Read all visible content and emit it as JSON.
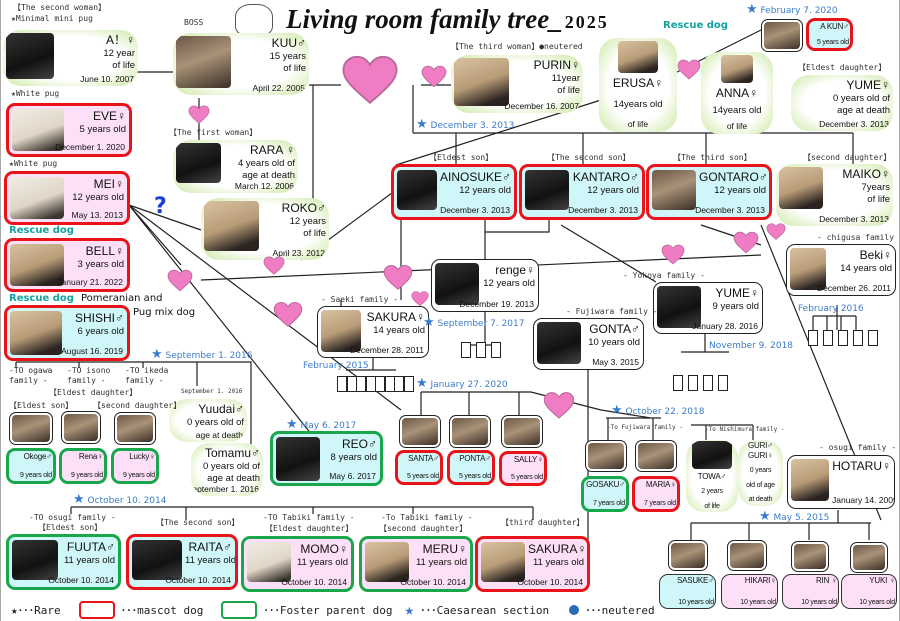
{
  "title": {
    "main": "Living room family tree_",
    "year": "2025"
  },
  "cards": [
    {
      "id": "ai",
      "kind": "wreath",
      "sex": "f",
      "name": "A！♀",
      "lines": [
        "12 year",
        "of life",
        "June 10. 2007"
      ]
    },
    {
      "id": "kuu",
      "kind": "wreath",
      "sex": "m",
      "name": "KUU♂",
      "lines": [
        "15 years",
        "of life",
        "April 22. 2005"
      ]
    },
    {
      "id": "eve",
      "kind": "mascot",
      "sex": "f",
      "name": "EVE♀",
      "lines": [
        "5 years old",
        "December 1. 2020"
      ]
    },
    {
      "id": "rara",
      "kind": "wreath",
      "sex": "f",
      "name": "RARA ♀",
      "lines": [
        "4 years old of",
        "age at death",
        "March 12. 2006"
      ]
    },
    {
      "id": "mei",
      "kind": "mascot",
      "sex": "f",
      "name": "MEI♀",
      "lines": [
        "12 years old",
        "May 13. 2013"
      ]
    },
    {
      "id": "roko",
      "kind": "wreath",
      "sex": "m",
      "name": "ROKO♂",
      "lines": [
        "12 years",
        "of life",
        "April 23. 2012"
      ]
    },
    {
      "id": "bell",
      "kind": "mascot",
      "sex": "f",
      "name": "BELL♀",
      "lines": [
        "3 years old",
        "January 21. 2022"
      ]
    },
    {
      "id": "shishi",
      "kind": "mascot",
      "sex": "m",
      "name": "SHISHI♂",
      "lines": [
        "6 years old",
        "August 16. 2019"
      ]
    },
    {
      "id": "purin",
      "kind": "wreath",
      "sex": "f",
      "name": "PURIN♀",
      "lines": [
        "11year",
        "of life",
        "December 16. 2007"
      ]
    },
    {
      "id": "erusa",
      "kind": "wreath",
      "sex": "f",
      "name": "ERUSA♀",
      "lines": [
        "14years old",
        "of life"
      ]
    },
    {
      "id": "anna",
      "kind": "wreath",
      "sex": "f",
      "name": "ANNA♀",
      "lines": [
        "14years old",
        "of life"
      ]
    },
    {
      "id": "akun",
      "kind": "mascot",
      "sex": "m",
      "name": "A KUN♂",
      "lines": [
        "5 years old"
      ]
    },
    {
      "id": "yume0",
      "kind": "wreath",
      "sex": "f",
      "name": "YUME♀",
      "lines": [
        "0 years old of",
        "age at death",
        "December 3. 2013"
      ]
    },
    {
      "id": "ainosuke",
      "kind": "mascot",
      "sex": "m",
      "name": "AINOSUKE♂",
      "lines": [
        "12 years old",
        "December 3. 2013"
      ]
    },
    {
      "id": "kantaro",
      "kind": "mascot",
      "sex": "m",
      "name": "KANTARO♂",
      "lines": [
        "12 years old",
        "December 3. 2013"
      ]
    },
    {
      "id": "gontaro",
      "kind": "mascot",
      "sex": "m",
      "name": "GONTARO♂",
      "lines": [
        "12 years old",
        "December 3. 2013"
      ]
    },
    {
      "id": "maiko",
      "kind": "wreath",
      "sex": "f",
      "name": "MAIKO♀",
      "lines": [
        "7years",
        "of life",
        "December 3. 2013"
      ]
    },
    {
      "id": "renge",
      "kind": "plain",
      "sex": "f",
      "name": "renge♀",
      "lines": [
        "12 years old",
        "December 19. 2013"
      ]
    },
    {
      "id": "beki",
      "kind": "plain",
      "sex": "f",
      "name": "Beki♀",
      "lines": [
        "14 years old",
        "December 26. 2011"
      ]
    },
    {
      "id": "sakura1",
      "kind": "plain",
      "sex": "f",
      "name": "SAKURA♀",
      "lines": [
        "14 years old",
        "December 28. 2011"
      ]
    },
    {
      "id": "yume2",
      "kind": "plain",
      "sex": "f",
      "name": "YUME♀",
      "lines": [
        "9 years old",
        "January 28. 2016"
      ]
    },
    {
      "id": "gonta",
      "kind": "plain",
      "sex": "m",
      "name": "GONTA♂",
      "lines": [
        "10 years old",
        "May 3. 2015"
      ]
    },
    {
      "id": "reo",
      "kind": "foster",
      "sex": "m",
      "name": "REO♂",
      "lines": [
        "8 years old",
        "May 6. 2017"
      ]
    },
    {
      "id": "santa",
      "kind": "mascot",
      "sex": "m",
      "name": "SANTA♂",
      "lines": [
        "5 years old"
      ]
    },
    {
      "id": "ponta",
      "kind": "mascot",
      "sex": "m",
      "name": "PONTA♂",
      "lines": [
        "5 years old"
      ]
    },
    {
      "id": "sally",
      "kind": "mascot",
      "sex": "f",
      "name": "SALLY♀",
      "lines": [
        "5 years old"
      ]
    },
    {
      "id": "okoge",
      "kind": "foster",
      "sex": "m",
      "name": "Okoge♂",
      "lines": [
        "9 years old"
      ]
    },
    {
      "id": "rena",
      "kind": "foster",
      "sex": "f",
      "name": "Rena♀",
      "lines": [
        "9 years old"
      ]
    },
    {
      "id": "lucky",
      "kind": "foster",
      "sex": "f",
      "name": "Lucky♀",
      "lines": [
        "9 years old"
      ]
    },
    {
      "id": "yuudai",
      "kind": "wreath",
      "sex": "m",
      "name": "Yuudai♂",
      "lines": [
        "0 years old of",
        "age at death"
      ]
    },
    {
      "id": "tomamu",
      "kind": "wreath",
      "sex": "m",
      "name": "Tomamu♂",
      "lines": [
        "0 years old of",
        "age at death",
        "September 1. 2016"
      ]
    },
    {
      "id": "fuuta",
      "kind": "foster",
      "sex": "m",
      "name": "FUUTA♂",
      "lines": [
        "11 years old",
        "October 10. 2014"
      ]
    },
    {
      "id": "raita",
      "kind": "mascot",
      "sex": "m",
      "name": "RAITA♂",
      "lines": [
        "11 years old",
        "October 10. 2014"
      ]
    },
    {
      "id": "momo",
      "kind": "foster",
      "sex": "f",
      "name": "MOMO♀",
      "lines": [
        "11 years old",
        "October 10. 2014"
      ]
    },
    {
      "id": "meru",
      "kind": "foster",
      "sex": "f",
      "name": "MERU♀",
      "lines": [
        "11 years old",
        "October 10. 2014"
      ]
    },
    {
      "id": "sakura2",
      "kind": "mascot",
      "sex": "f",
      "name": "SAKURA♀",
      "lines": [
        "11 years old",
        "October 10. 2014"
      ]
    },
    {
      "id": "gosaku",
      "kind": "foster",
      "sex": "m",
      "name": "GOSAKU♂",
      "lines": [
        "7 years old"
      ]
    },
    {
      "id": "maria",
      "kind": "mascot",
      "sex": "f",
      "name": "MARIA♀",
      "lines": [
        "7 years old"
      ]
    },
    {
      "id": "towa",
      "kind": "wreath",
      "sex": "m",
      "name": "TOWA♂",
      "lines": [
        "2 years",
        "of life"
      ]
    },
    {
      "id": "guri",
      "kind": "wreath",
      "sex": "m",
      "name": "GURI♂ GURI♀",
      "lines": [
        "0 years",
        "old of age",
        "at death"
      ]
    },
    {
      "id": "hotaru",
      "kind": "plain",
      "sex": "f",
      "name": "HOTARU♀",
      "lines": [
        "January 14. 2009"
      ]
    },
    {
      "id": "sasuke",
      "kind": "boxb",
      "sex": "m",
      "name": "SASUKE♂",
      "lines": [
        "10 years old"
      ]
    },
    {
      "id": "hikari",
      "kind": "boxb",
      "sex": "f",
      "name": "HIKARI♀",
      "lines": [
        "10 years old"
      ]
    },
    {
      "id": "rin",
      "kind": "boxb",
      "sex": "f",
      "name": "RIN ♀",
      "lines": [
        "10 years old"
      ]
    },
    {
      "id": "yuki",
      "kind": "boxb",
      "sex": "f",
      "name": "YUKI ♀",
      "lines": [
        "10 years old"
      ]
    }
  ],
  "labels": [
    {
      "id": "l1",
      "text": "【The second woman】",
      "style": ""
    },
    {
      "id": "l2",
      "text": "★Minimal mini pug",
      "style": ""
    },
    {
      "id": "l3",
      "text": "BOSS",
      "style": ""
    },
    {
      "id": "l4",
      "text": "★White pug",
      "style": ""
    },
    {
      "id": "l5",
      "text": "【The first woman】",
      "style": ""
    },
    {
      "id": "l6",
      "text": "★White pug",
      "style": ""
    },
    {
      "id": "l7",
      "text": "Rescue dog",
      "style": "teal"
    },
    {
      "id": "l8",
      "text": "Rescue dog",
      "style": "teal"
    },
    {
      "id": "l9",
      "text": "Pomeranian and",
      "style": "big"
    },
    {
      "id": "l10",
      "text": "Pug mix dog",
      "style": "big"
    },
    {
      "id": "l11",
      "text": "【The third woman】●neutered",
      "style": ""
    },
    {
      "id": "l12",
      "text": "Rescue dog",
      "style": "teal"
    },
    {
      "id": "l13",
      "text": "【Eldest daughter】",
      "style": ""
    },
    {
      "id": "l14",
      "text": "【Eldest son】",
      "style": ""
    },
    {
      "id": "l15",
      "text": "【The second son】",
      "style": ""
    },
    {
      "id": "l16",
      "text": "【The third son】",
      "style": ""
    },
    {
      "id": "l17",
      "text": "【second daughter】",
      "style": ""
    },
    {
      "id": "l18",
      "text": "- chigusa family -",
      "style": ""
    },
    {
      "id": "l19",
      "text": "- Saeki family -",
      "style": ""
    },
    {
      "id": "l20",
      "text": "- Yokoya family -",
      "style": ""
    },
    {
      "id": "l21",
      "text": "- Fujiwara family -",
      "style": ""
    },
    {
      "id": "l22",
      "text": "-TO ogawa family -",
      "style": ""
    },
    {
      "id": "l23",
      "text": "-TO isono family -",
      "style": ""
    },
    {
      "id": "l24",
      "text": "-TO ikeda family -",
      "style": ""
    },
    {
      "id": "l25",
      "text": "【Eldest daughter】",
      "style": ""
    },
    {
      "id": "l26",
      "text": "【Eldest son】",
      "style": ""
    },
    {
      "id": "l27",
      "text": "【second daughter】",
      "style": ""
    },
    {
      "id": "l28",
      "text": "September 1. 2016",
      "style": ""
    },
    {
      "id": "l29",
      "text": "-TO osugi family -",
      "style": ""
    },
    {
      "id": "l30",
      "text": "【Eldest son】",
      "style": ""
    },
    {
      "id": "l31",
      "text": "【The second son】",
      "style": ""
    },
    {
      "id": "l32",
      "text": "-TO Tabiki family -",
      "style": ""
    },
    {
      "id": "l33",
      "text": "【Eldest daughter】",
      "style": ""
    },
    {
      "id": "l34",
      "text": "-To Tabiki family -",
      "style": ""
    },
    {
      "id": "l35",
      "text": "【second daughter】",
      "style": ""
    },
    {
      "id": "l36",
      "text": "【third daughter】",
      "style": ""
    },
    {
      "id": "l37",
      "text": "-To Fujiwara family -",
      "style": ""
    },
    {
      "id": "l38",
      "text": "-To Nishimura family -",
      "style": ""
    },
    {
      "id": "l39",
      "text": "- osugi family -",
      "style": ""
    }
  ],
  "dates": [
    {
      "id": "d1",
      "text": "December 3. 2013",
      "star": true
    },
    {
      "id": "d2",
      "text": "February 7. 2020",
      "star": true
    },
    {
      "id": "d3",
      "text": "September 1. 2016",
      "star": true
    },
    {
      "id": "d4",
      "text": "October 10. 2014",
      "star": true
    },
    {
      "id": "d5",
      "text": "February 2015",
      "star": false
    },
    {
      "id": "d6",
      "text": "January 27. 2020",
      "star": true
    },
    {
      "id": "d7",
      "text": "September 7. 2017",
      "star": true
    },
    {
      "id": "d8",
      "text": "November 9. 2018",
      "star": false
    },
    {
      "id": "d9",
      "text": "February 2016",
      "star": false
    },
    {
      "id": "d10",
      "text": "October 22. 2018",
      "star": true
    },
    {
      "id": "d11",
      "text": "May 5. 2015",
      "star": true
    },
    {
      "id": "d12",
      "text": "May 6. 2017",
      "star": true
    }
  ],
  "pup_groups": [
    {
      "id": "p1",
      "count": 8
    },
    {
      "id": "p2",
      "count": 3
    },
    {
      "id": "p3",
      "count": 4
    },
    {
      "id": "p4",
      "count": 5
    }
  ],
  "question_mark": "?",
  "legend": {
    "rare": "★･･･Rare",
    "mascot": "･･･mascot dog",
    "foster": "･･･Foster parent dog",
    "caesarean": "･･･Caesarean section",
    "neutered": "･･･neutered"
  },
  "colors": {
    "mascot": "#e8141a",
    "foster": "#1aa64a",
    "female_bg": "#fde0f8",
    "male_bg": "#cff6f8",
    "date_blue": "#3a7ccc",
    "heart": "#f07cc4"
  }
}
